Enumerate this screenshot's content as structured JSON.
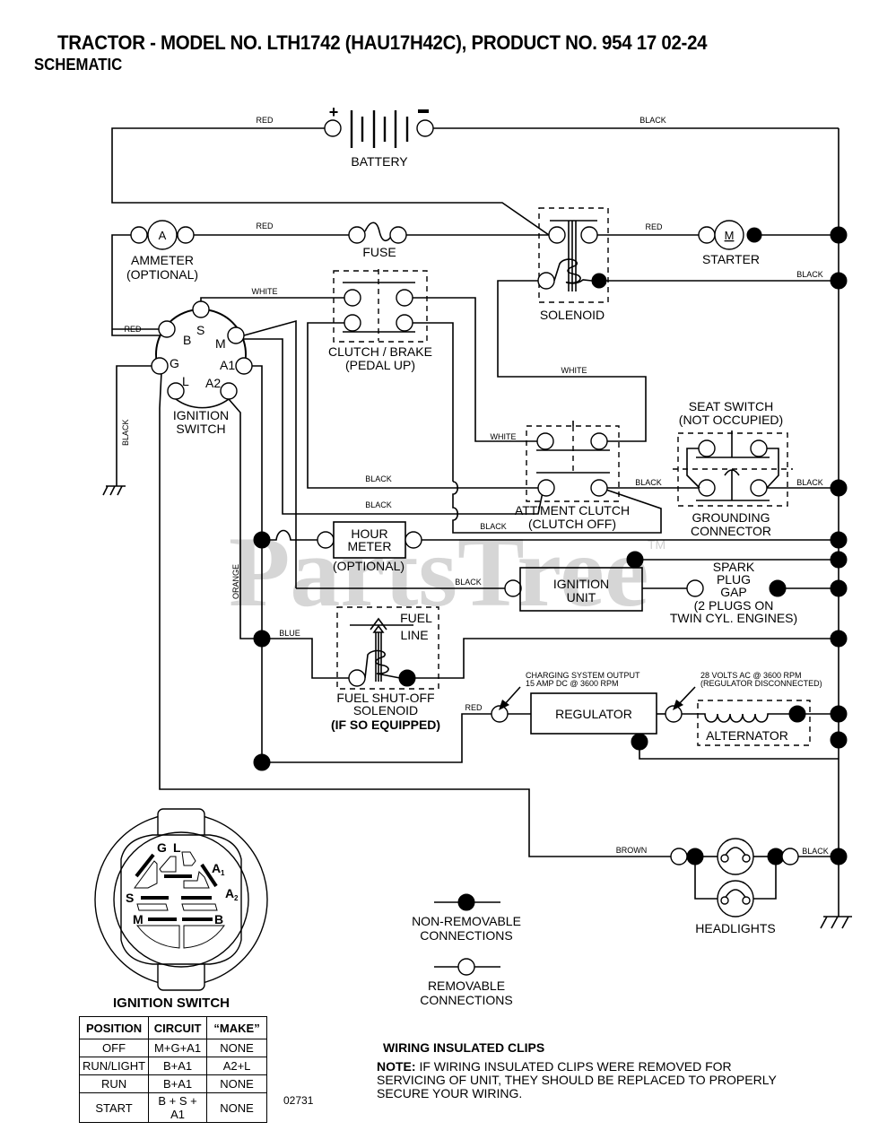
{
  "header": {
    "title": "TRACTOR - MODEL NO. LTH1742 (HAU17H42C), PRODUCT NO. 954 17 02-24",
    "subtitle": "SCHEMATIC"
  },
  "watermark": {
    "text": "PartsTree",
    "tm": "TM"
  },
  "components": {
    "battery": {
      "label": "BATTERY",
      "plus": "+",
      "minus": "−"
    },
    "ammeter": {
      "label": "AMMETER",
      "sub": "(OPTIONAL)",
      "glyph": "A"
    },
    "fuse": {
      "label": "FUSE"
    },
    "solenoid": {
      "label": "SOLENOID"
    },
    "starter": {
      "label": "STARTER",
      "glyph": "M"
    },
    "clutch_brake": {
      "label": "CLUTCH / BRAKE",
      "sub": "(PEDAL UP)"
    },
    "ignition_switch": {
      "label": "IGNITION",
      "label2": "SWITCH",
      "terminals": [
        "B",
        "S",
        "M",
        "G",
        "A1",
        "L",
        "A2"
      ]
    },
    "seat_switch": {
      "label": "SEAT SWITCH",
      "sub": "(NOT OCCUPIED)"
    },
    "grounding_connector": {
      "label": "GROUNDING",
      "label2": "CONNECTOR"
    },
    "attachment_clutch": {
      "label": "ATT'MENT CLUTCH",
      "sub": "(CLUTCH OFF)"
    },
    "hour_meter": {
      "label": "HOUR",
      "label2": "METER",
      "sub": "(OPTIONAL)"
    },
    "ignition_unit": {
      "label": "IGNITION",
      "label2": "UNIT"
    },
    "spark_plug": {
      "l1": "SPARK",
      "l2": "PLUG",
      "l3": "GAP",
      "l4": "(2 PLUGS ON",
      "l5": "TWIN CYL. ENGINES)"
    },
    "fuel_solenoid": {
      "fuel": "FUEL",
      "line": "LINE",
      "l1": "FUEL SHUT-OFF",
      "l2": "SOLENOID",
      "l3": "(IF SO EQUIPPED)"
    },
    "regulator": {
      "label": "REGULATOR",
      "note1": "CHARGING SYSTEM OUTPUT",
      "note2": "15 AMP DC @ 3600 RPM"
    },
    "alternator": {
      "label": "ALTERNATOR",
      "note1": "28 VOLTS AC @ 3600 RPM",
      "note2": "(REGULATOR DISCONNECTED)"
    },
    "headlights": {
      "label": "HEADLIGHTS"
    }
  },
  "wires": {
    "battery_pos": "RED",
    "battery_neg": "BLACK",
    "ammeter_fuse": "RED",
    "solenoid_starter": "RED",
    "solenoid_ground": "BLACK",
    "ign_b": "RED",
    "ign_s": "WHITE",
    "ign_g": "BLACK",
    "solenoid_white": "WHITE",
    "att_white": "WHITE",
    "clutch_black1": "BLACK",
    "clutch_black2": "BLACK",
    "att_seat_black": "BLACK",
    "seat_ground_black": "BLACK",
    "att_black_bottom": "BLACK",
    "orange": "ORANGE",
    "blue": "BLUE",
    "ignition_unit_black": "BLACK",
    "regulator_red": "RED",
    "headlight_brown": "BROWN",
    "headlight_black": "BLACK"
  },
  "legend": {
    "non_removable": "NON-REMOVABLE",
    "non_removable2": "CONNECTIONS",
    "removable": "REMOVABLE",
    "removable2": "CONNECTIONS"
  },
  "ignition_diagram": {
    "title": "IGNITION SWITCH",
    "labels": {
      "g": "G",
      "l": "L",
      "a1": "A",
      "a1sub": "1",
      "a2": "A",
      "a2sub": "2",
      "s": "S",
      "m": "M",
      "b": "B"
    }
  },
  "ignition_table": {
    "headers": [
      "POSITION",
      "CIRCUIT",
      "“MAKE”"
    ],
    "rows": [
      [
        "OFF",
        "M+G+A1",
        "NONE"
      ],
      [
        "RUN/LIGHT",
        "B+A1",
        "A2+L"
      ],
      [
        "RUN",
        "B+A1",
        "NONE"
      ],
      [
        "START",
        "B + S + A1",
        "NONE"
      ]
    ]
  },
  "diagram_code": "02731",
  "clips": {
    "title": "WIRING INSULATED CLIPS",
    "note_label": "NOTE:",
    "note_text": " IF WIRING INSULATED CLIPS WERE REMOVED FOR SERVICING OF UNIT, THEY SHOULD BE REPLACED TO PROPERLY SECURE YOUR WIRING."
  }
}
